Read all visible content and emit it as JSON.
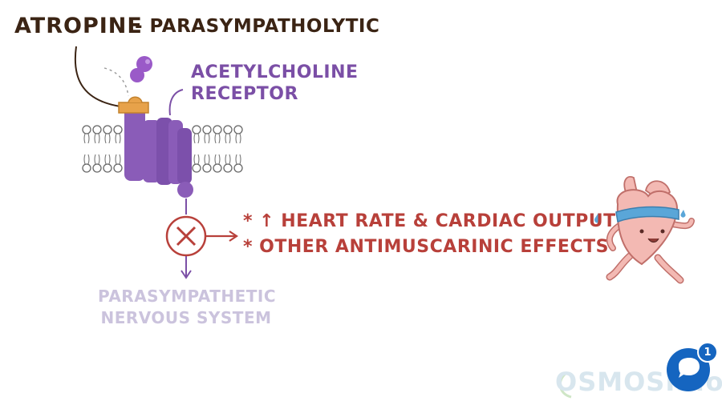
{
  "title": {
    "drug": "ATROPINE",
    "drug_class": "- PARASYMPATHOLYTIC"
  },
  "receptor_label": {
    "line1": "ACETYLCHOLINE",
    "line2": "RECEPTOR"
  },
  "effects": [
    {
      "text": "* ↑ HEART RATE & CARDIAC OUTPUT"
    },
    {
      "text": "* OTHER ANTIMUSCARINIC EFFECTS"
    }
  ],
  "pns_label": {
    "line1": "PARASYMPATHETIC",
    "line2": "NERVOUS SYSTEM"
  },
  "watermark": "OSMOSIS.org",
  "chat": {
    "badge_count": "1"
  },
  "colors": {
    "drug_text": "#3b2414",
    "receptor": "#8a5cb8",
    "receptor_dark": "#6e4699",
    "cap": "#e7a24a",
    "effect_text": "#b8403a",
    "pns_text": "#cbc3dd",
    "heart": "#f3b9b3",
    "headband": "#5aa6d8",
    "chat_blue": "#1565c0"
  },
  "icons": {
    "ligand": "acetylcholine-molecule-icon",
    "block": "blocked-circle-icon",
    "heart": "running-heart-icon",
    "chat": "chat-bubble-icon"
  }
}
